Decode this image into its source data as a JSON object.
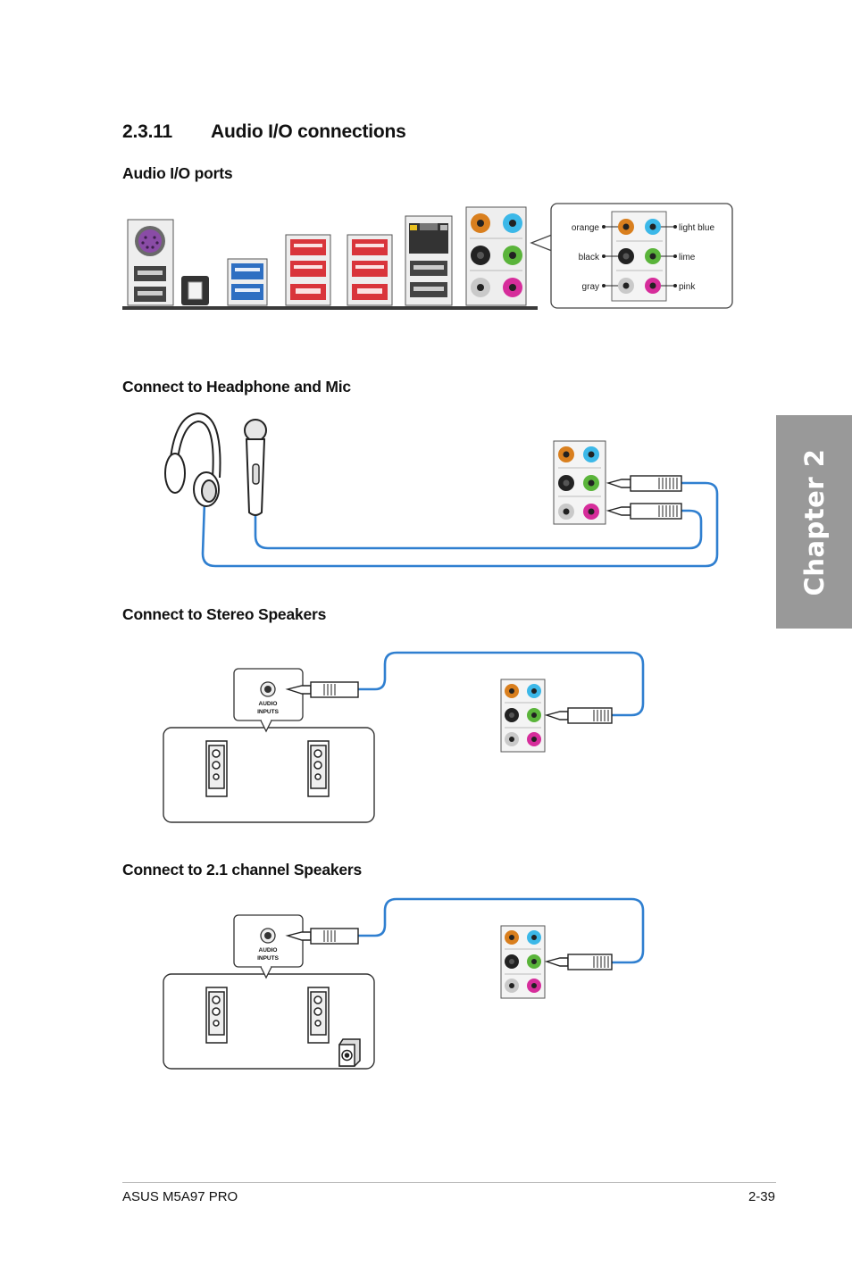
{
  "section": {
    "number": "2.3.11",
    "title": "Audio I/O connections"
  },
  "headings": {
    "ports": "Audio I/O ports",
    "headphone": "Connect to Headphone and Mic",
    "stereo": "Connect to Stereo Speakers",
    "channel21": "Connect to 2.1 channel Speakers"
  },
  "legend": {
    "orange": "orange",
    "black": "black",
    "gray": "gray",
    "light_blue": "light blue",
    "lime": "lime",
    "pink": "pink"
  },
  "audio_inputs_label": {
    "line1": "AUDIO",
    "line2": "INPUTS"
  },
  "chapter_tab": "Chapter 2",
  "footer": {
    "left": "ASUS M5A97 PRO",
    "right": "2-39"
  },
  "colors": {
    "orange": "#d97f1e",
    "light_blue": "#3cb8e8",
    "black": "#222222",
    "lime": "#5ab43a",
    "gray": "#c9c9c9",
    "pink": "#d62d9b",
    "cable": "#2f7fd0",
    "usb2": "#d9353b",
    "usb3": "#2e6fc2",
    "ps2": "#8a4ca6"
  }
}
